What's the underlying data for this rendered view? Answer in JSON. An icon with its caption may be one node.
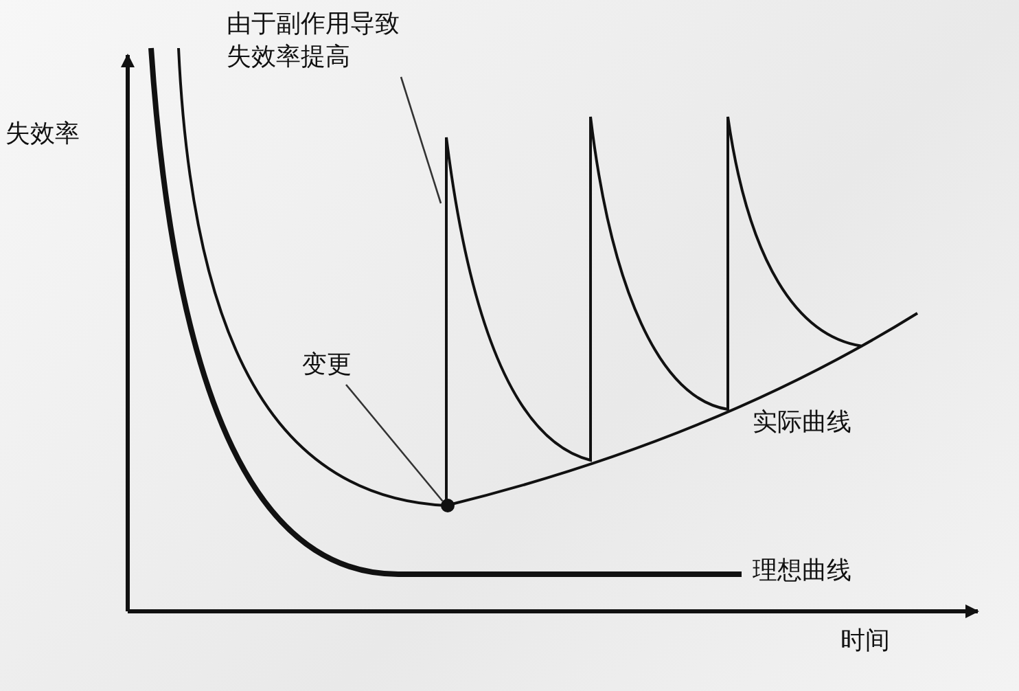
{
  "diagram": {
    "nodes": [
      {
        "text": [
          "由于副作用导致失效率提高"
        ]
      },
      {
        "text": [
          "变更"
        ]
      },
      {
        "text": [],
        "shape": "circle"
      }
    ],
    "edges": [
      {
        "from": 0,
        "to": null,
        "arrow": "none"
      },
      {
        "from": 1,
        "to": 2,
        "arrow": "none"
      }
    ],
    "labels": [
      "失效率",
      "实际曲线",
      "理想曲线",
      "时间"
    ]
  }
}
